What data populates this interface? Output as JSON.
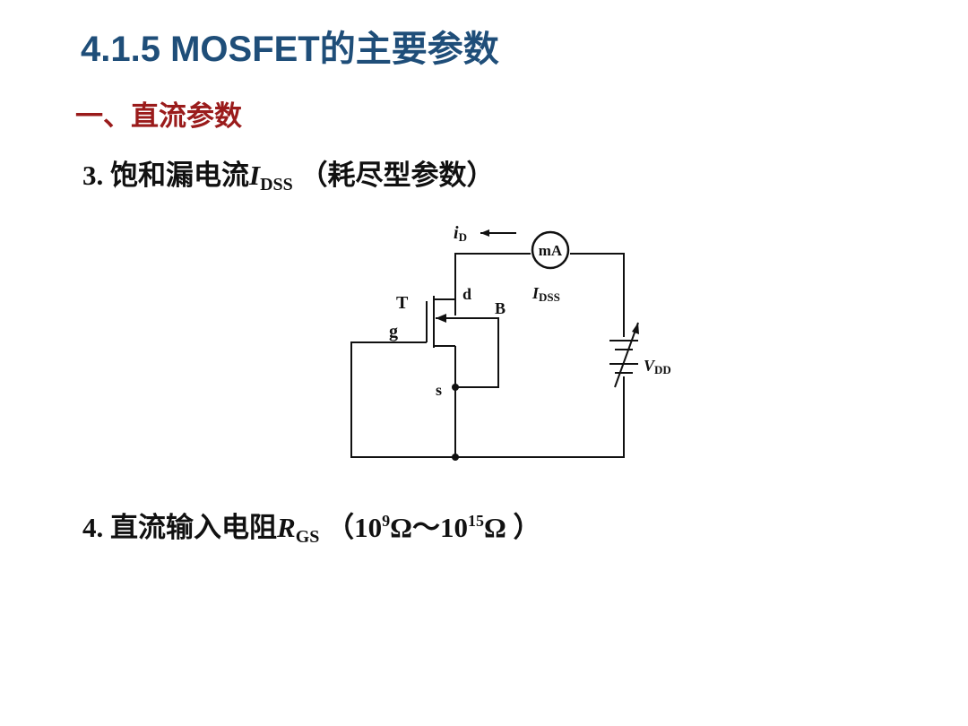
{
  "slide": {
    "title": "4.1.5 MOSFET的主要参数",
    "section": "一、直流参数",
    "item3": {
      "prefix": "3. 饱和漏电流",
      "sym": "I",
      "sub": "DSS",
      "note": "（耗尽型参数）"
    },
    "item4": {
      "prefix": "4. 直流输入电阻",
      "sym": "R",
      "sub": "GS",
      "note_open": "（10",
      "exp1": "9",
      "mid": "Ω～10",
      "exp2": "15",
      "note_close": "Ω ）"
    }
  },
  "circuit": {
    "label_iD": "i",
    "label_iD_sub": "D",
    "meter": "mA",
    "label_IDSS": "I",
    "label_IDSS_sub": "DSS",
    "label_T": "T",
    "label_d": "d",
    "label_g": "g",
    "label_B": "B",
    "label_s": "s",
    "label_VDD": "V",
    "label_VDD_sub": "DD"
  }
}
